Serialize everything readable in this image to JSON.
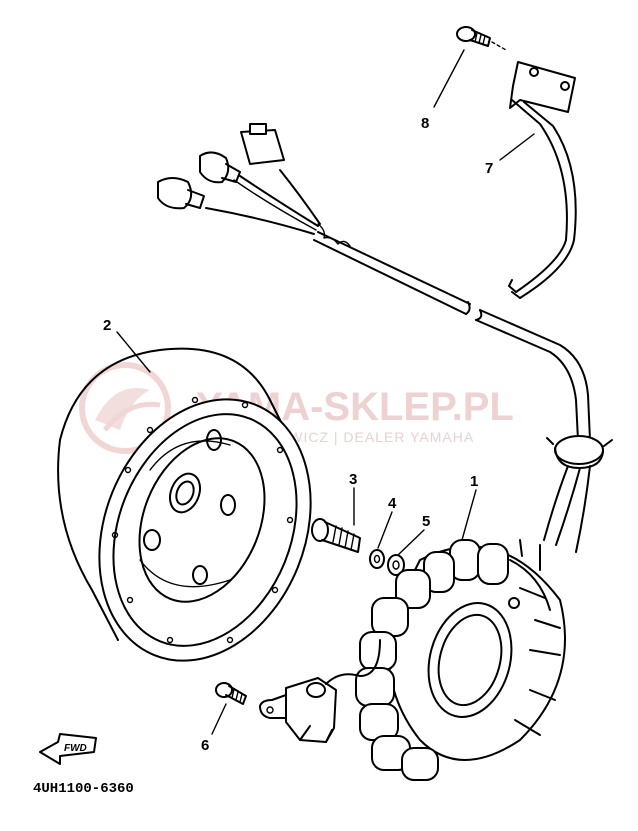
{
  "callouts": [
    {
      "id": "1",
      "part": "stator"
    },
    {
      "id": "2",
      "part": "rotor"
    },
    {
      "id": "3",
      "part": "bolt"
    },
    {
      "id": "4",
      "part": "washer"
    },
    {
      "id": "5",
      "part": "washer"
    },
    {
      "id": "6",
      "part": "screw"
    },
    {
      "id": "7",
      "part": "clamp"
    },
    {
      "id": "8",
      "part": "bolt"
    }
  ],
  "watermark": {
    "main": "YAMA-SKLEP.PL",
    "sub": "GIERNOWICZ | DEALER YAMAHA"
  },
  "drawing_code": "4UH1100-6360",
  "fwd_label": "FWD",
  "colors": {
    "ink": "#000000",
    "watermark": "#e9c3c3",
    "background": "#ffffff"
  }
}
